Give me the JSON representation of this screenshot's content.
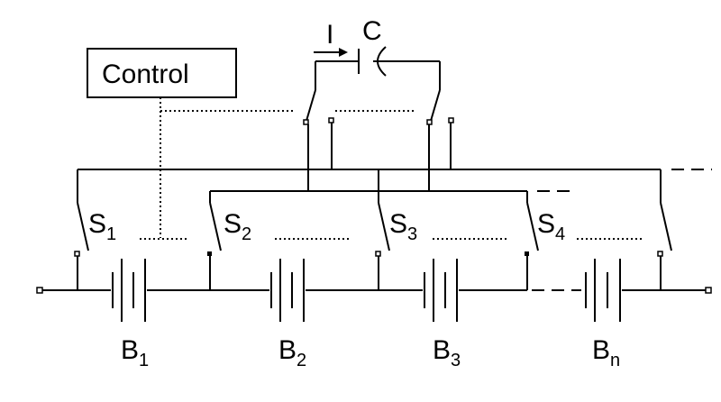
{
  "control": {
    "label": "Control"
  },
  "capacitor": {
    "current_label": "I",
    "label": "C"
  },
  "switches": [
    {
      "letter": "S",
      "sub": "1"
    },
    {
      "letter": "S",
      "sub": "2"
    },
    {
      "letter": "S",
      "sub": "3"
    },
    {
      "letter": "S",
      "sub": "4"
    }
  ],
  "batteries": [
    {
      "letter": "B",
      "sub": "1"
    },
    {
      "letter": "B",
      "sub": "2"
    },
    {
      "letter": "B",
      "sub": "3"
    },
    {
      "letter": "B",
      "sub": "n"
    }
  ]
}
